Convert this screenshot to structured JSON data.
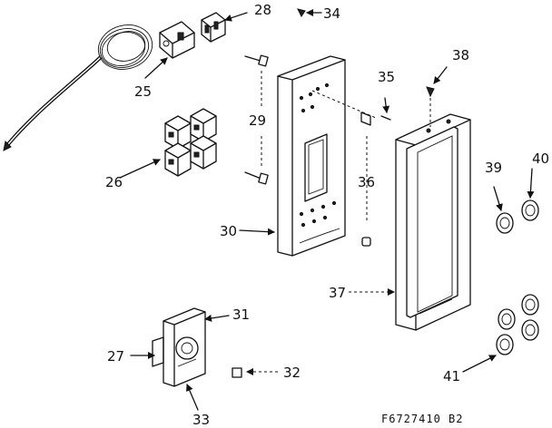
{
  "callouts": {
    "c25": "25",
    "c26": "26",
    "c27": "27",
    "c28": "28",
    "c29": "29",
    "c30": "30",
    "c31": "31",
    "c32": "32",
    "c33": "33",
    "c34": "34",
    "c35": "35",
    "c36": "36",
    "c37": "37",
    "c38": "38",
    "c39": "39",
    "c40": "40",
    "c41": "41"
  },
  "drawing_code": "F6727410 B2"
}
